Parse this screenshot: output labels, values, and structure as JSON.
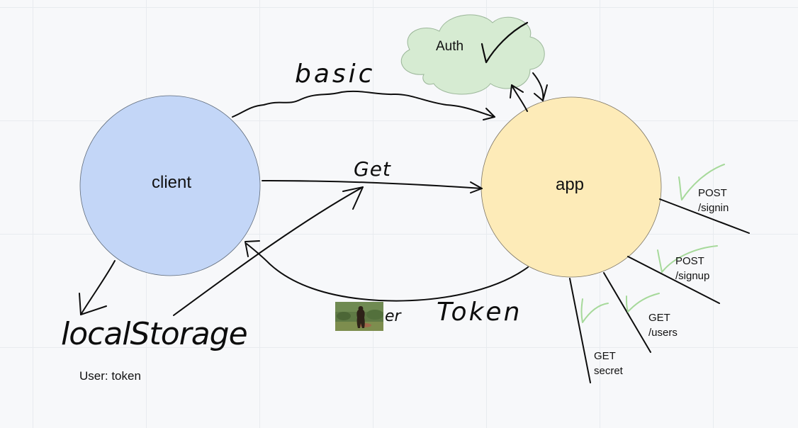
{
  "nodes": {
    "client": {
      "label": "client",
      "fill": "#c3d6f7"
    },
    "app": {
      "label": "app",
      "fill": "#fdebb8"
    },
    "auth": {
      "label": "Auth",
      "fill": "#d6ebd2"
    }
  },
  "handwritten": {
    "basic": "basic",
    "get": "Get",
    "token": "Token",
    "local_storage": "localStorage",
    "bearer_suffix": "er"
  },
  "notes": {
    "local_storage_value": "User: token"
  },
  "endpoints": [
    {
      "method": "POST",
      "path": "/signin"
    },
    {
      "method": "POST",
      "path": "/signup"
    },
    {
      "method": "GET",
      "path": "/users"
    },
    {
      "method": "GET",
      "path": "secret"
    }
  ],
  "image_icon": "bear-photo",
  "colors": {
    "ink": "#0d0d0d",
    "check_green": "#a6d99a",
    "grid": "#e8ebef"
  }
}
